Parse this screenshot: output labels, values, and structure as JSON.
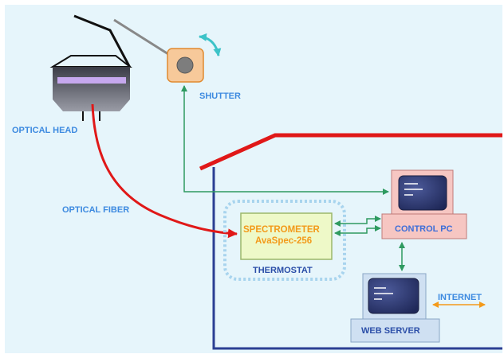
{
  "labels": {
    "shutter": "SHUTTER",
    "optical_head": "OPTICAL HEAD",
    "optical_fiber": "OPTICAL FIBER",
    "spectrometer": "SPECTROMETER",
    "spectrometer_model": "AvaSpec-256",
    "thermostat": "THERMOSTAT",
    "control_pc": "CONTROL PC",
    "web_server": "WEB SERVER",
    "internet": "INTERNET"
  },
  "colors": {
    "background": "#e6f5fb",
    "fiber": "#e01818",
    "data_link": "#2e9a60",
    "internet_link": "#f39a1a",
    "wall": "#2b3f93",
    "label_blue": "#3d8ae0",
    "label_navy": "#2b4ea8",
    "spectrometer_fill": "#eef9c8",
    "pc_frame": "#f6c6c2",
    "monitor_screen": "#2e3b78",
    "shutter_box": "#f7c99a"
  }
}
